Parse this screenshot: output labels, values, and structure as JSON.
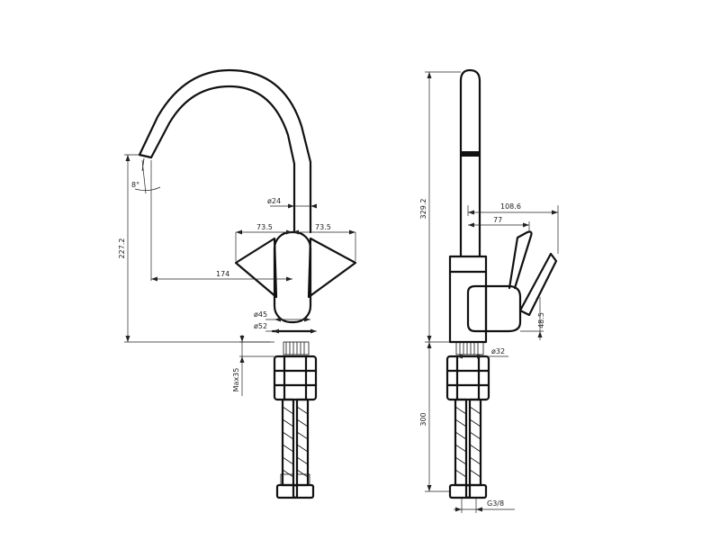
{
  "drawing": {
    "front_view": {
      "spout_angle": "8°",
      "spout_diameter": "ø24",
      "lever_left": "73.5",
      "lever_right": "73.5",
      "reach": "174",
      "spout_height": "227.2",
      "base_diameter": "ø45",
      "flange_diameter": "ø52",
      "max_thickness": "Max35"
    },
    "side_view": {
      "total_height": "329.2",
      "handle_reach": "108.6",
      "body_reach": "77",
      "handle_height": "48.5",
      "shank_diameter": "ø32",
      "hose_length": "300",
      "thread": "G3/8"
    }
  }
}
